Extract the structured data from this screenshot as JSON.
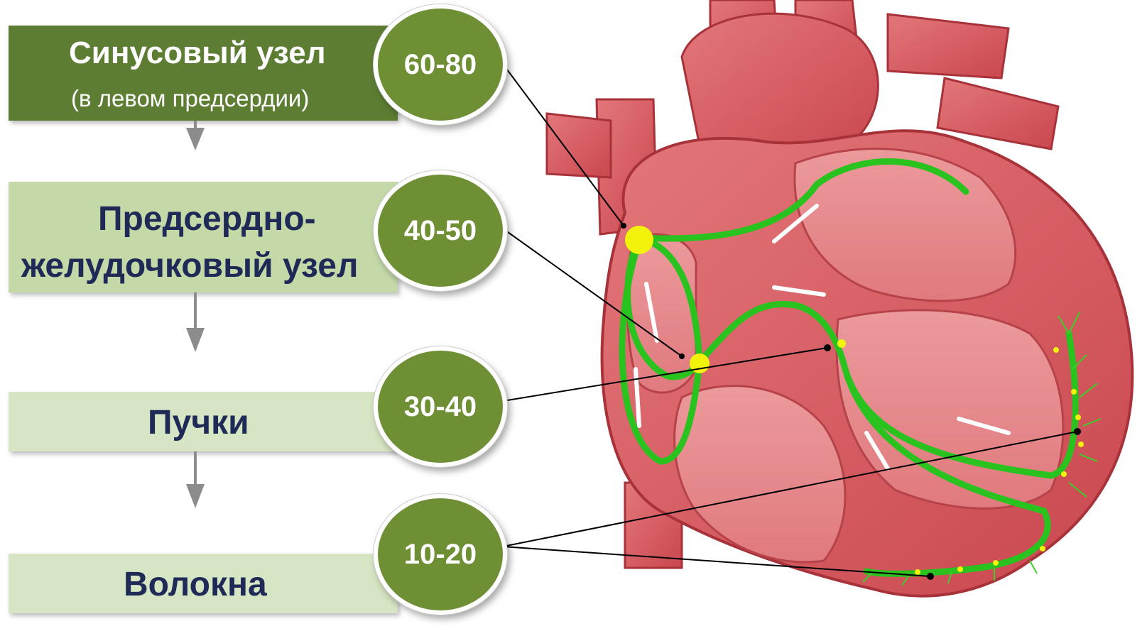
{
  "steps": [
    {
      "title": "Синусовый узел",
      "subtitle": "(в левом предсердии)",
      "rate": "60-80"
    },
    {
      "title": "Предсердно-желудочковый узел",
      "rate": "40-50"
    },
    {
      "title": "Пучки",
      "rate": "30-40"
    },
    {
      "title": "Волокна",
      "rate": "10-20"
    }
  ],
  "colors": {
    "box_dark": "#5d7d32",
    "box_mid": "#c5d9a8",
    "box_light": "#d6e5c3",
    "circle": "#6f8f35",
    "heart": "#d7575d",
    "conduction": "#29c21e",
    "node": "#f2f20a"
  }
}
